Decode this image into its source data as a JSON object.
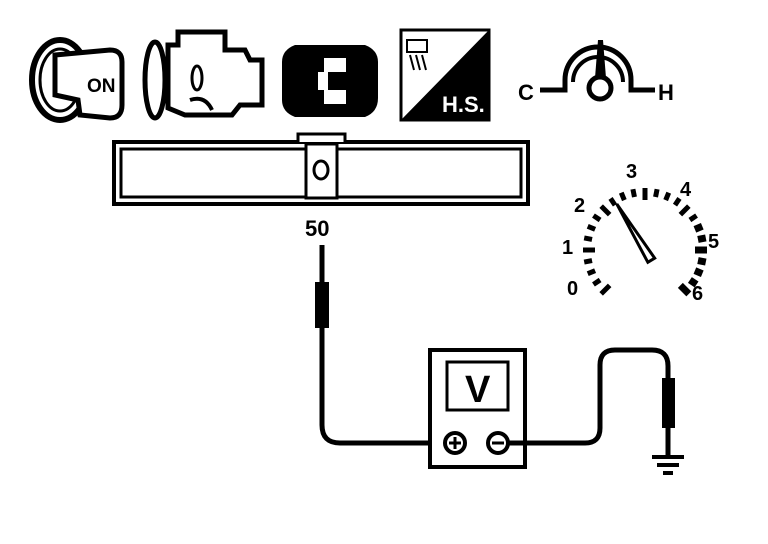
{
  "icons": {
    "ignition": {
      "label": "ON"
    },
    "heat_sink": {
      "label": "H.S."
    },
    "temp_gauge": {
      "cold": "C",
      "hot": "H"
    }
  },
  "connector": {
    "terminal": "50"
  },
  "voltmeter": {
    "label": "V",
    "positive": "+",
    "negative": "−"
  },
  "tachometer": {
    "scale": [
      "0",
      "1",
      "2",
      "3",
      "4",
      "5",
      "6"
    ],
    "reading": 2.3
  },
  "colors": {
    "ink": "#000000",
    "paper": "#ffffff"
  }
}
